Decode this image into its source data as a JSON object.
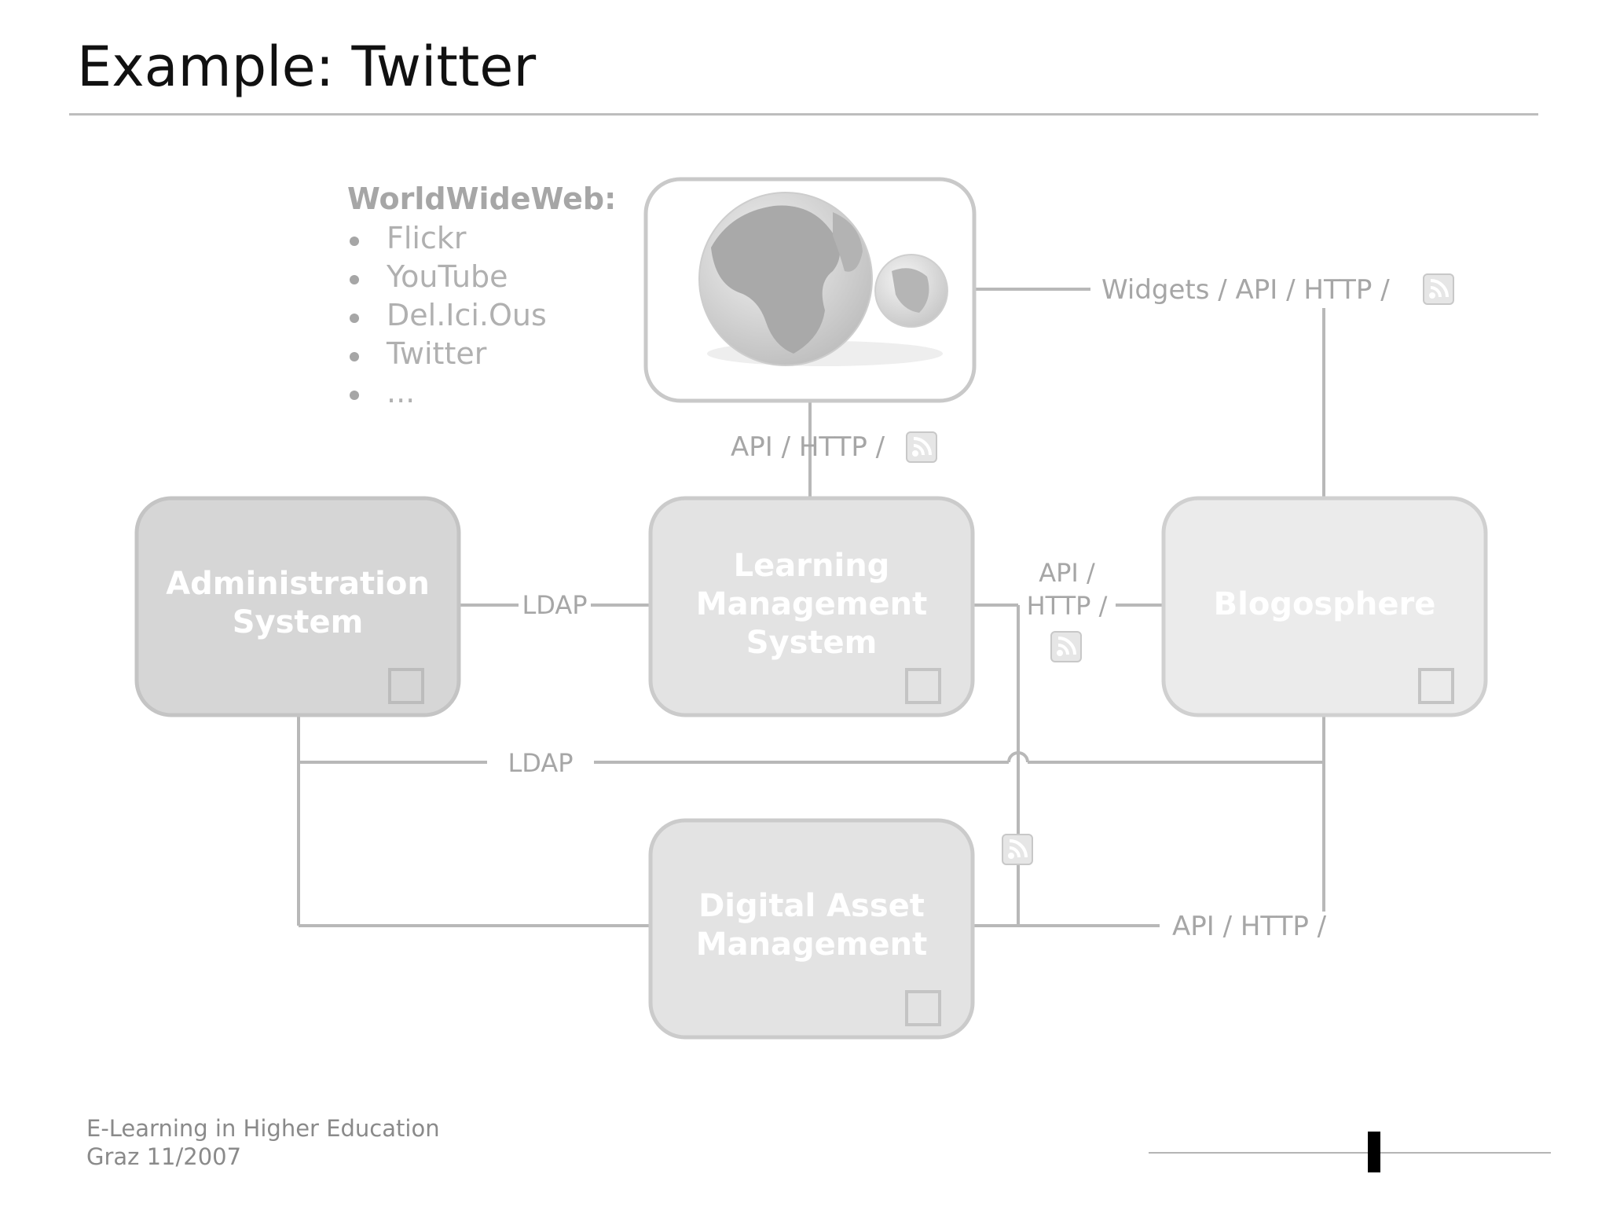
{
  "slide": {
    "title": "Example: Twitter"
  },
  "www": {
    "heading": "WorldWideWeb:",
    "items": [
      "Flickr",
      "YouTube",
      "Del.Ici.Ous",
      "Twitter",
      "..."
    ]
  },
  "nodes": {
    "admin": {
      "line1": "Administration",
      "line2": "System"
    },
    "lms": {
      "line1": "Learning",
      "line2": "Management",
      "line3": "System"
    },
    "blog": {
      "line1": "Blogosphere"
    },
    "dam": {
      "line1": "Digital Asset",
      "line2": "Management"
    }
  },
  "connectors": {
    "www_widgets": "Widgets / API / HTTP /",
    "www_lms": "API / HTTP /",
    "admin_lms": "LDAP",
    "lms_blog_line1": "API /",
    "lms_blog_line2": "HTTP /",
    "admin_blog": "LDAP",
    "dam_api": "API / HTTP /"
  },
  "icons": {
    "rss": "rss-feed-icon",
    "globe": "globe-icon",
    "box_marker": "square-marker-icon"
  },
  "colors": {
    "title": "#111111",
    "admin_box": "#d6d6d6",
    "lms_box": "#e3e3e3",
    "dam_box": "#e3e3e3",
    "blog_box": "#ebebeb",
    "connector": "#b8b8b8",
    "label": "#a6a6a6",
    "footer": "#8a8a8a",
    "slider_thumb": "#000000"
  },
  "footer": {
    "line1": "E-Learning in Higher Education",
    "line2": "Graz 11/2007"
  }
}
